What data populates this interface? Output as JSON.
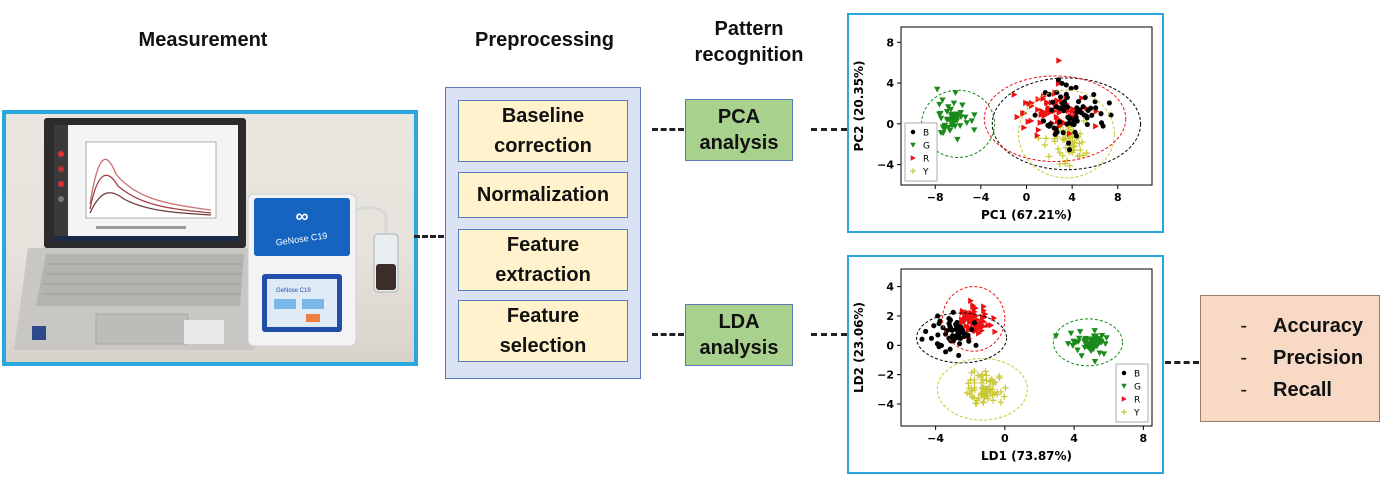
{
  "headings": {
    "measurement": "Measurement",
    "preprocessing": "Preprocessing",
    "pattern_line1": "Pattern",
    "pattern_line2": "recognition"
  },
  "device": {
    "brand_line": "GeNose C19",
    "screen_title": "GeNose C19"
  },
  "preprocessing_steps": [
    {
      "line1": "Baseline",
      "line2": "correction"
    },
    {
      "line1": "Normalization",
      "line2": ""
    },
    {
      "line1": "Feature",
      "line2": "extraction"
    },
    {
      "line1": "Feature",
      "line2": "selection"
    }
  ],
  "analyses": {
    "pca": {
      "line1": "PCA",
      "line2": "analysis"
    },
    "lda": {
      "line1": "LDA",
      "line2": "analysis"
    }
  },
  "metrics": [
    {
      "dash": "-",
      "label": "Accuracy"
    },
    {
      "dash": "-",
      "label": "Precision"
    },
    {
      "dash": "-",
      "label": "Recall"
    }
  ],
  "colors": {
    "B": "#000000",
    "G": "#1a8a1a",
    "R": "#ee1111",
    "Y": "#c8c832",
    "frame": "#29a8e0"
  },
  "chart_data": [
    {
      "type": "scatter",
      "xlabel": "PC1 (67.21%)",
      "ylabel": "PC2 (20.35%)",
      "xticks": [
        -8,
        -4,
        0,
        4,
        8
      ],
      "yticks": [
        -4,
        0,
        4,
        8
      ],
      "xlim": [
        -11,
        11
      ],
      "ylim": [
        -6,
        9.5
      ],
      "legend_position": "lower-left",
      "series": [
        {
          "name": "B",
          "marker": "circle",
          "color": "#000000",
          "center": [
            4,
            1
          ],
          "spread": [
            2.6,
            2.6
          ],
          "count": 70,
          "ellipse": {
            "cx": 3.5,
            "cy": 0,
            "rx": 6.5,
            "ry": 4.5
          }
        },
        {
          "name": "G",
          "marker": "triangle-down",
          "color": "#1a8a1a",
          "center": [
            -6.5,
            0.5
          ],
          "spread": [
            1.3,
            1.5
          ],
          "count": 50,
          "ellipse": {
            "cx": -6,
            "cy": 0,
            "rx": 3.2,
            "ry": 3.3
          }
        },
        {
          "name": "R",
          "marker": "triangle-right",
          "color": "#ee1111",
          "center": [
            2.5,
            1.5
          ],
          "spread": [
            2.8,
            2.4
          ],
          "count": 75,
          "ellipse": {
            "cx": 2.5,
            "cy": 0.5,
            "rx": 6.2,
            "ry": 4.2
          }
        },
        {
          "name": "Y",
          "marker": "plus",
          "color": "#c8c832",
          "center": [
            3.5,
            -1.5
          ],
          "spread": [
            1.6,
            1.8
          ],
          "count": 60,
          "ellipse": {
            "cx": 3.5,
            "cy": -1,
            "rx": 4.2,
            "ry": 4.3
          }
        }
      ]
    },
    {
      "type": "scatter",
      "xlabel": "LD1 (73.87%)",
      "ylabel": "LD2 (23.06%)",
      "xticks": [
        -4,
        0,
        4,
        8
      ],
      "yticks": [
        -4,
        -2,
        0,
        2,
        4
      ],
      "xlim": [
        -6,
        8.5
      ],
      "ylim": [
        -5.5,
        5.2
      ],
      "legend_position": "lower-right",
      "series": [
        {
          "name": "B",
          "marker": "circle",
          "color": "#000000",
          "center": [
            -3,
            0.8
          ],
          "spread": [
            1.1,
            1.0
          ],
          "count": 60,
          "ellipse": {
            "cx": -2.5,
            "cy": 0.5,
            "rx": 2.6,
            "ry": 1.7
          }
        },
        {
          "name": "G",
          "marker": "triangle-down",
          "color": "#1a8a1a",
          "center": [
            5,
            0.2
          ],
          "spread": [
            1.0,
            0.6
          ],
          "count": 60,
          "ellipse": {
            "cx": 4.8,
            "cy": 0.2,
            "rx": 2.0,
            "ry": 1.6
          }
        },
        {
          "name": "R",
          "marker": "triangle-right",
          "color": "#ee1111",
          "center": [
            -1.8,
            1.8
          ],
          "spread": [
            0.9,
            0.9
          ],
          "count": 70,
          "ellipse": {
            "cx": -1.8,
            "cy": 1.8,
            "rx": 1.8,
            "ry": 2.2
          }
        },
        {
          "name": "Y",
          "marker": "plus",
          "color": "#c8c832",
          "center": [
            -1.3,
            -3
          ],
          "spread": [
            1.1,
            0.9
          ],
          "count": 70,
          "ellipse": {
            "cx": -1.3,
            "cy": -3,
            "rx": 2.6,
            "ry": 2.1
          }
        }
      ]
    }
  ]
}
